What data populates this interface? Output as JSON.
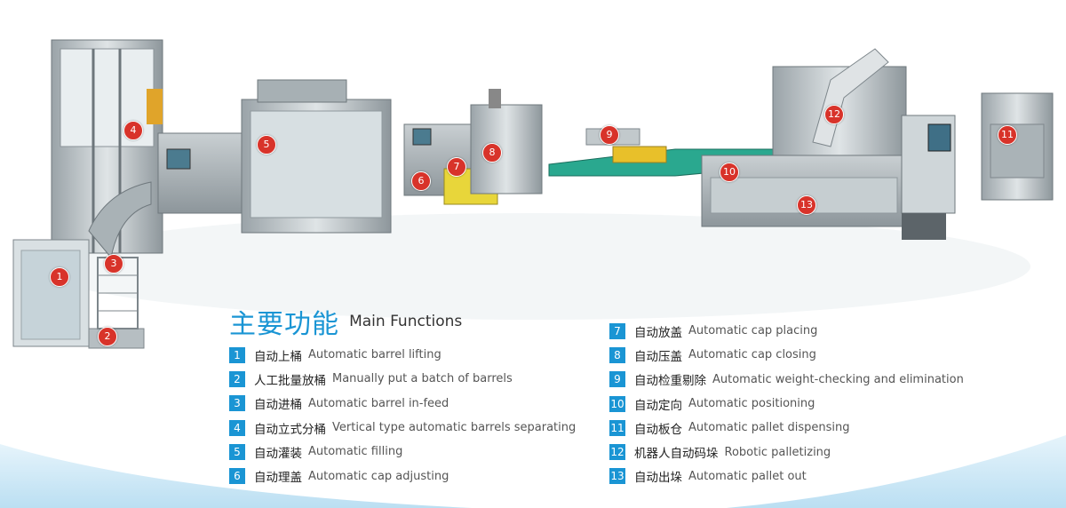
{
  "title_cn": "主要功能",
  "title_en": "Main Functions",
  "functions": [
    {
      "num": "1",
      "cn": "自动上桶",
      "en": "Automatic barrel lifting"
    },
    {
      "num": "2",
      "cn": "人工批量放桶",
      "en": "Manually put a batch of barrels"
    },
    {
      "num": "3",
      "cn": "自动进桶",
      "en": "Automatic barrel in-feed"
    },
    {
      "num": "4",
      "cn": "自动立式分桶",
      "en": "Vertical type automatic barrels separating"
    },
    {
      "num": "5",
      "cn": "自动灌装",
      "en": "Automatic filling"
    },
    {
      "num": "6",
      "cn": "自动理盖",
      "en": "Automatic cap adjusting"
    },
    {
      "num": "7",
      "cn": "自动放盖",
      "en": "Automatic cap placing"
    },
    {
      "num": "8",
      "cn": "自动压盖",
      "en": "Automatic cap closing"
    },
    {
      "num": "9",
      "cn": "自动检重剔除",
      "en": "Automatic weight-checking and elimination"
    },
    {
      "num": "10",
      "cn": "自动定向",
      "en": "Automatic positioning"
    },
    {
      "num": "11",
      "cn": "自动板仓",
      "en": "Automatic pallet dispensing"
    },
    {
      "num": "12",
      "cn": "机器人自动码垛",
      "en": "Robotic palletizing"
    },
    {
      "num": "13",
      "cn": "自动出垛",
      "en": "Automatic pallet out"
    }
  ],
  "colors": {
    "accent": "#1a95d4",
    "badge": "#d8332a",
    "wave": "#cfe9f6"
  }
}
